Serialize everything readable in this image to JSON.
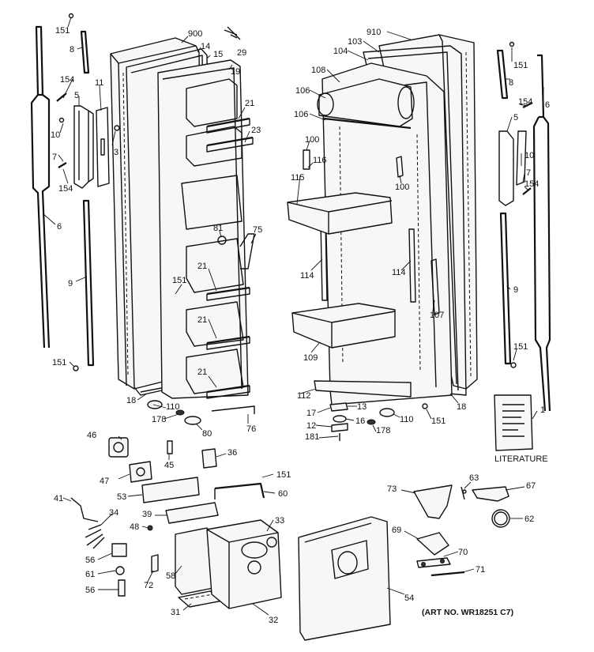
{
  "labels": [
    {
      "id": "p151a",
      "text": "151"
    },
    {
      "id": "p8a",
      "text": "8"
    },
    {
      "id": "p154a",
      "text": "154"
    },
    {
      "id": "p5a",
      "text": "5"
    },
    {
      "id": "p11",
      "text": "11"
    },
    {
      "id": "p10a",
      "text": "10"
    },
    {
      "id": "p3",
      "text": "3"
    },
    {
      "id": "p7a",
      "text": "7"
    },
    {
      "id": "p154b",
      "text": "154"
    },
    {
      "id": "p6a",
      "text": "6"
    },
    {
      "id": "p9a",
      "text": "9"
    },
    {
      "id": "p151b",
      "text": "151"
    },
    {
      "id": "p900",
      "text": "900"
    },
    {
      "id": "p14",
      "text": "14"
    },
    {
      "id": "p15",
      "text": "15"
    },
    {
      "id": "p29",
      "text": "29"
    },
    {
      "id": "p19",
      "text": "19"
    },
    {
      "id": "p21a",
      "text": "21"
    },
    {
      "id": "p23",
      "text": "23"
    },
    {
      "id": "p81",
      "text": "81"
    },
    {
      "id": "p75",
      "text": "75"
    },
    {
      "id": "p21b",
      "text": "21"
    },
    {
      "id": "p151c",
      "text": "151"
    },
    {
      "id": "p21c",
      "text": "21"
    },
    {
      "id": "p21d",
      "text": "21"
    },
    {
      "id": "p18a",
      "text": "18"
    },
    {
      "id": "p110a",
      "text": "110"
    },
    {
      "id": "p178a",
      "text": "178"
    },
    {
      "id": "p80",
      "text": "80"
    },
    {
      "id": "p76",
      "text": "76"
    },
    {
      "id": "p910",
      "text": "910"
    },
    {
      "id": "p103",
      "text": "103"
    },
    {
      "id": "p104",
      "text": "104"
    },
    {
      "id": "p108",
      "text": "108"
    },
    {
      "id": "p106a",
      "text": "106"
    },
    {
      "id": "p106b",
      "text": "106"
    },
    {
      "id": "p100a",
      "text": "100"
    },
    {
      "id": "p116",
      "text": "116"
    },
    {
      "id": "p115",
      "text": "115"
    },
    {
      "id": "p100b",
      "text": "100"
    },
    {
      "id": "p114a",
      "text": "114"
    },
    {
      "id": "p114b",
      "text": "114"
    },
    {
      "id": "p107",
      "text": "107"
    },
    {
      "id": "p109",
      "text": "109"
    },
    {
      "id": "p112",
      "text": "112"
    },
    {
      "id": "p18b",
      "text": "18"
    },
    {
      "id": "p17",
      "text": "17"
    },
    {
      "id": "p13",
      "text": "13"
    },
    {
      "id": "p110b",
      "text": "110"
    },
    {
      "id": "p151d",
      "text": "151"
    },
    {
      "id": "p12",
      "text": "12"
    },
    {
      "id": "p16",
      "text": "16"
    },
    {
      "id": "p178b",
      "text": "178"
    },
    {
      "id": "p181",
      "text": "181"
    },
    {
      "id": "p151e",
      "text": "151"
    },
    {
      "id": "p8b",
      "text": "8"
    },
    {
      "id": "p6b",
      "text": "6"
    },
    {
      "id": "p154c",
      "text": "154"
    },
    {
      "id": "p5b",
      "text": "5"
    },
    {
      "id": "p10b",
      "text": "10"
    },
    {
      "id": "p7b",
      "text": "7"
    },
    {
      "id": "p154d",
      "text": "154"
    },
    {
      "id": "p9b",
      "text": "9"
    },
    {
      "id": "p151f",
      "text": "151"
    },
    {
      "id": "p1",
      "text": "1"
    },
    {
      "id": "p46",
      "text": "46"
    },
    {
      "id": "p45",
      "text": "45"
    },
    {
      "id": "p36",
      "text": "36"
    },
    {
      "id": "p47",
      "text": "47"
    },
    {
      "id": "p151g",
      "text": "151"
    },
    {
      "id": "p53",
      "text": "53"
    },
    {
      "id": "p60",
      "text": "60"
    },
    {
      "id": "p41",
      "text": "41"
    },
    {
      "id": "p39",
      "text": "39"
    },
    {
      "id": "p34",
      "text": "34"
    },
    {
      "id": "p48",
      "text": "48"
    },
    {
      "id": "p33",
      "text": "33"
    },
    {
      "id": "p56a",
      "text": "56"
    },
    {
      "id": "p61",
      "text": "61"
    },
    {
      "id": "p72",
      "text": "72"
    },
    {
      "id": "p58",
      "text": "58"
    },
    {
      "id": "p56b",
      "text": "56"
    },
    {
      "id": "p31",
      "text": "31"
    },
    {
      "id": "p32",
      "text": "32"
    },
    {
      "id": "p54",
      "text": "54"
    },
    {
      "id": "p73",
      "text": "73"
    },
    {
      "id": "p63",
      "text": "63"
    },
    {
      "id": "p67",
      "text": "67"
    },
    {
      "id": "p62",
      "text": "62"
    },
    {
      "id": "p69",
      "text": "69"
    },
    {
      "id": "p70",
      "text": "70"
    },
    {
      "id": "p71",
      "text": "71"
    }
  ],
  "literature": {
    "caption": "LITERATURE"
  },
  "art_number": "(ART NO. WR18251 C7)"
}
